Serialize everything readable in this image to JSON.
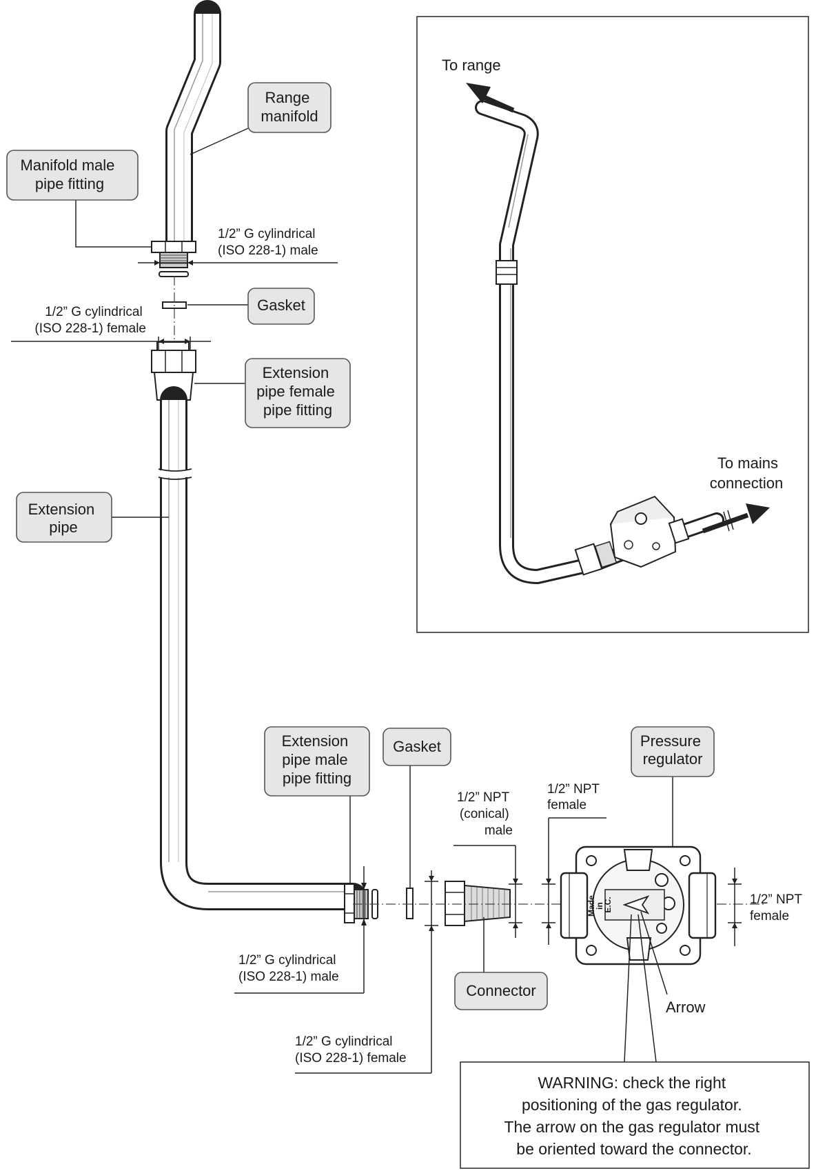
{
  "labels": {
    "range_manifold": [
      "Range",
      "manifold"
    ],
    "manifold_male_fitting": [
      "Manifold male",
      "pipe fitting"
    ],
    "gasket_top": [
      "Gasket"
    ],
    "ext_female_fitting": [
      "Extension",
      "pipe female",
      "pipe fitting"
    ],
    "extension_pipe": [
      "Extension",
      "pipe"
    ],
    "ext_male_fitting": [
      "Extension",
      "pipe male",
      "pipe fitting"
    ],
    "gasket_bottom": [
      "Gasket"
    ],
    "pressure_regulator": [
      "Pressure",
      "regulator"
    ],
    "connector": [
      "Connector"
    ]
  },
  "annotations": {
    "g_male_top": [
      "1/2” G cylindrical",
      "(ISO 228-1) male"
    ],
    "g_female_top": [
      "1/2” G cylindrical",
      "(ISO 228-1) female"
    ],
    "npt_conical_male": [
      "1/2” NPT",
      "(conical)",
      "male"
    ],
    "npt_female_left": [
      "1/2” NPT",
      "female"
    ],
    "npt_female_right": [
      "1/2” NPT",
      "female"
    ],
    "g_male_bottom": [
      "1/2” G cylindrical",
      "(ISO 228-1) male"
    ],
    "g_female_bottom": [
      "1/2” G cylindrical",
      "(ISO 228-1) female"
    ],
    "arrow_label": [
      "Arrow"
    ],
    "regulator_marking": [
      "Made",
      "in",
      "E.C."
    ]
  },
  "inset": {
    "to_range": [
      "To range"
    ],
    "to_mains": [
      "To mains",
      "connection"
    ]
  },
  "warning": [
    "WARNING: check the right",
    "positioning of the gas regulator.",
    "The arrow on the gas regulator must",
    "be oriented toward the connector."
  ]
}
